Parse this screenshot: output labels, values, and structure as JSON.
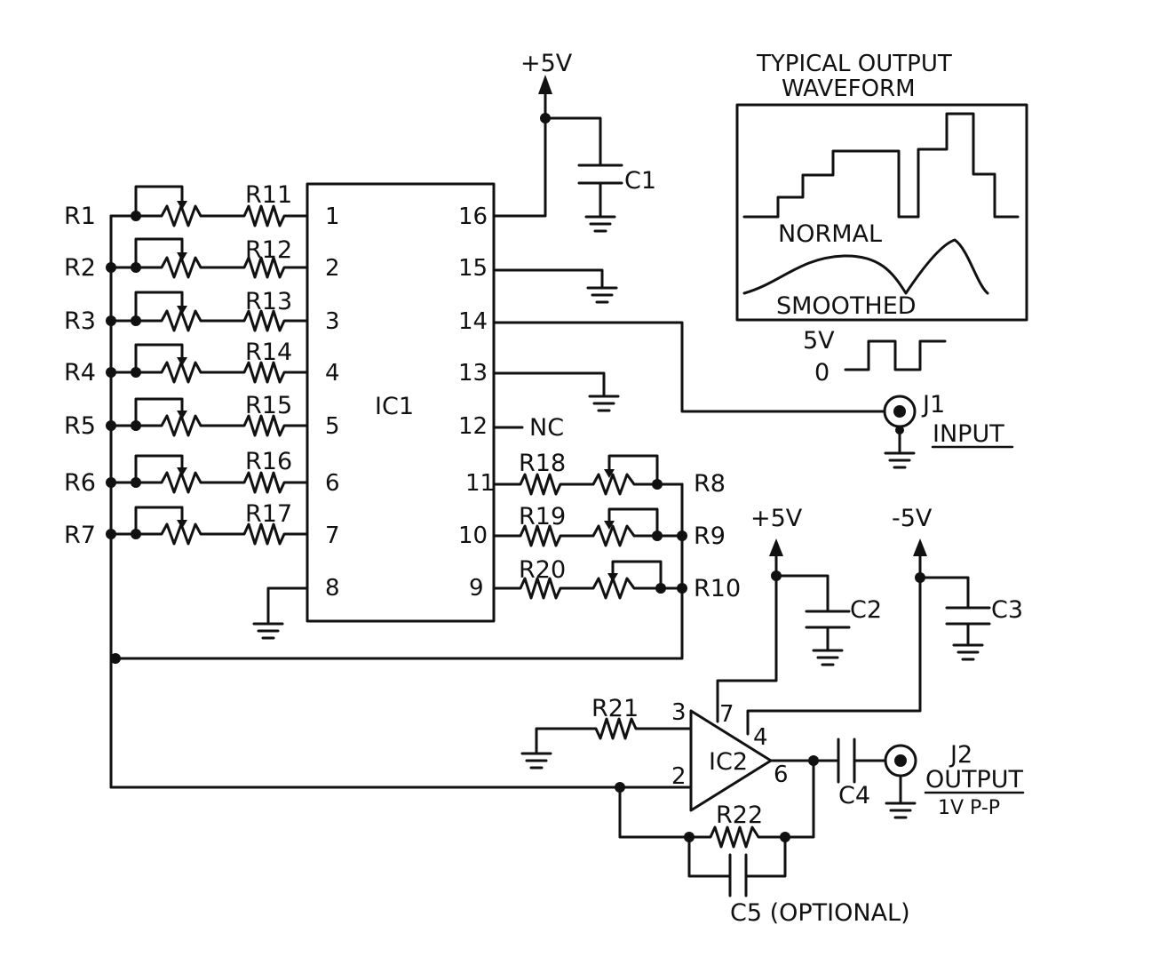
{
  "ic1": {
    "label": "IC1",
    "left_pins": [
      "1",
      "2",
      "3",
      "4",
      "5",
      "6",
      "7",
      "8"
    ],
    "right_pins": [
      "16",
      "15",
      "14",
      "13",
      "12",
      "11",
      "10",
      "9"
    ],
    "nc": "NC"
  },
  "left_inputs": [
    "R1",
    "R2",
    "R3",
    "R4",
    "R5",
    "R6",
    "R7"
  ],
  "series_resistors": [
    "R11",
    "R12",
    "R13",
    "R14",
    "R15",
    "R16",
    "R17"
  ],
  "right_resistors": [
    {
      "series": "R18",
      "pot": "R8"
    },
    {
      "series": "R19",
      "pot": "R9"
    },
    {
      "series": "R20",
      "pot": "R10"
    }
  ],
  "supply": {
    "plus": "+5V",
    "minus": "-5V"
  },
  "capacitors": {
    "c1": "C1",
    "c2": "C2",
    "c3": "C3",
    "c4": "C4",
    "c5": "C5 (OPTIONAL)"
  },
  "ic2": {
    "label": "IC2",
    "pin3": "3",
    "pin2": "2",
    "pin7": "7",
    "pin4": "4",
    "pin6": "6"
  },
  "r21": "R21",
  "r22": "R22",
  "j1": {
    "name": "J1",
    "label": "INPUT"
  },
  "j2": {
    "name": "J2",
    "label": "OUTPUT",
    "sublabel": "1V P-P"
  },
  "waveform": {
    "title_line1": "TYPICAL OUTPUT",
    "title_line2": "WAVEFORM",
    "normal": "NORMAL",
    "smoothed": "SMOOTHED",
    "pulse_high": "5V",
    "pulse_low": "0"
  }
}
